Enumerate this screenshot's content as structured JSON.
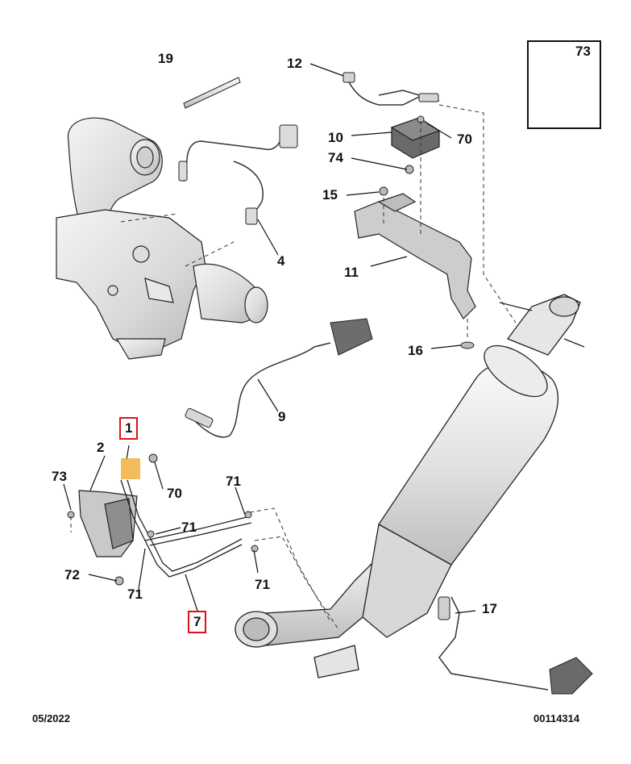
{
  "diagram": {
    "callouts": {
      "p1": "1",
      "p2": "2",
      "p4": "4",
      "p7": "7",
      "p9": "9",
      "p10": "10",
      "p11": "11",
      "p12": "12",
      "p15": "15",
      "p16": "16",
      "p17": "17",
      "p19": "19",
      "p70a": "70",
      "p70b": "70",
      "p71a": "71",
      "p71b": "71",
      "p71c": "71",
      "p71d": "71",
      "p72": "72",
      "p73a": "73",
      "p73b": "73",
      "p74": "74"
    },
    "highlighted_parts": [
      "1",
      "7"
    ],
    "highlight_color": "#e0101a",
    "footer_date": "05/2022",
    "footer_ref": "00114314"
  }
}
